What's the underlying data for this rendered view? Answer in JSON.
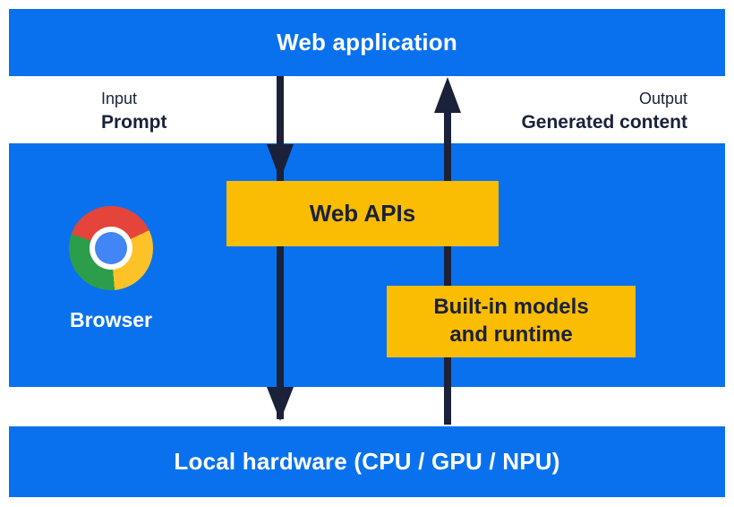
{
  "colors": {
    "blue": "#0a71ee",
    "yellow": "#fbbc04",
    "ink": "#1a2139",
    "chrome_red": "#e4443a",
    "chrome_yellow": "#fdc228",
    "chrome_green": "#2c9e4b",
    "chrome_blue": "#4285f4"
  },
  "layers": {
    "web_application": {
      "label": "Web application"
    },
    "browser": {
      "label": "Browser"
    },
    "local_hardware": {
      "label": "Local hardware (CPU / GPU / NPU)"
    }
  },
  "boxes": {
    "web_apis": {
      "label": "Web APIs"
    },
    "builtin_models": {
      "line1": "Built-in models",
      "line2": "and runtime"
    }
  },
  "annotations": {
    "input": {
      "caption": "Input",
      "label": "Prompt"
    },
    "output": {
      "caption": "Output",
      "label": "Generated content"
    }
  },
  "icons": {
    "chrome_logo": "chrome-browser-logo"
  },
  "arrows": {
    "down": "web-application-to-local-hardware",
    "up": "local-hardware-to-web-application"
  }
}
